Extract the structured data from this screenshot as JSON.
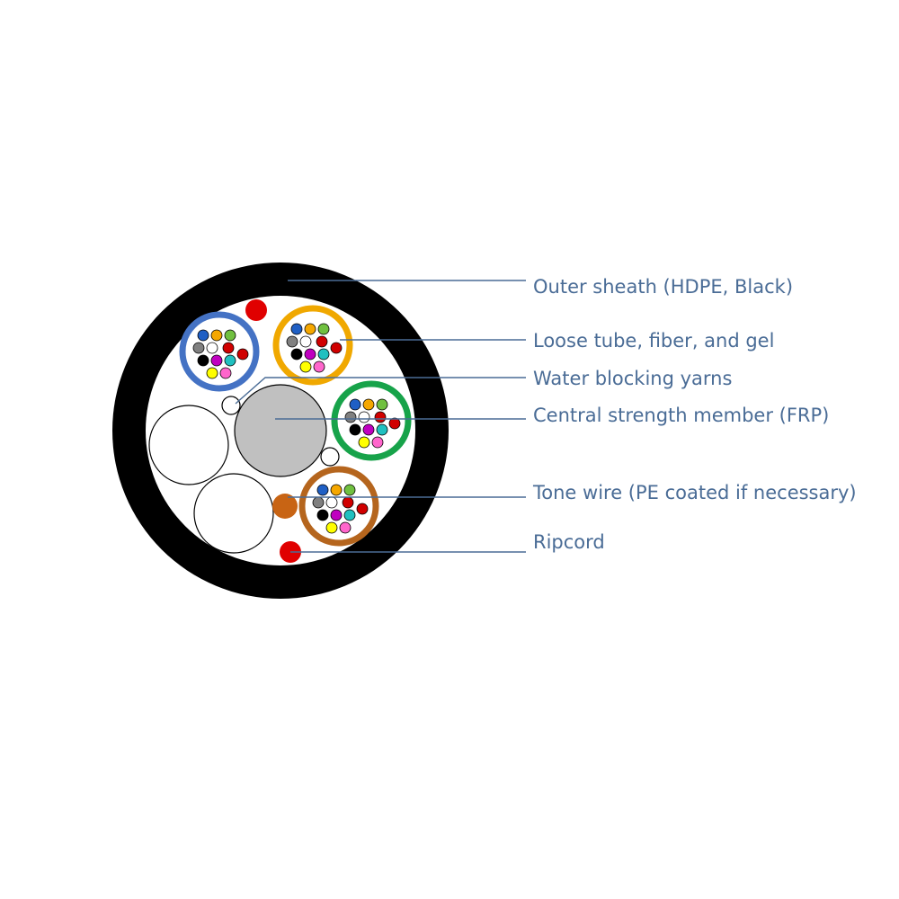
{
  "labels": {
    "outer_sheath": "Outer sheath (HDPE, Black)",
    "loose_tube": "Loose tube, fiber, and gel",
    "water_blocking": "Water blocking yarns",
    "central_member": "Central strength member (FRP)",
    "tone_wire": "Tone wire (PE coated if necessary)",
    "ripcord": "Ripcord"
  },
  "colors": {
    "label_text": "#4a6c96",
    "sheath": "#000000",
    "central_member": "#c0c0c0",
    "ripcord": "#e00000",
    "tone_wire": "#c86414",
    "tube_blue": "#4472c4",
    "tube_orange": "#f0a800",
    "tube_green": "#17a34a",
    "tube_brown": "#b5651d",
    "fiber_colors": [
      "#1f5fc4",
      "#f5a700",
      "#70c040",
      "#808080",
      "#ffffff",
      "#d00000",
      "#000000",
      "#c000c0",
      "#20c0c0",
      "#ffff00",
      "#ff66cc",
      "#d00000"
    ]
  },
  "tubes": [
    {
      "name": "tube-blue",
      "color_key": "tube_blue"
    },
    {
      "name": "tube-orange",
      "color_key": "tube_orange"
    },
    {
      "name": "tube-green",
      "color_key": "tube_green"
    },
    {
      "name": "tube-brown",
      "color_key": "tube_brown"
    }
  ]
}
